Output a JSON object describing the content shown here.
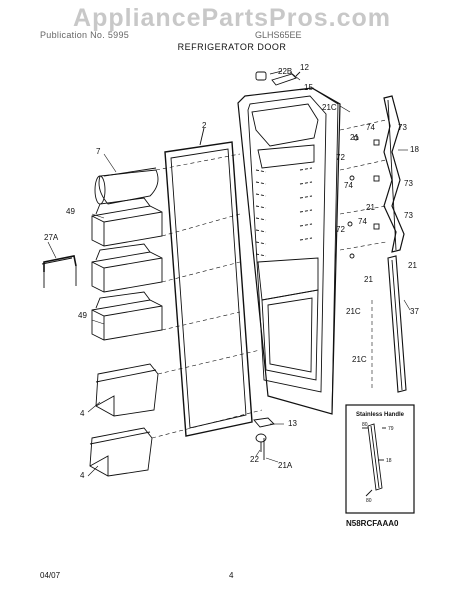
{
  "header": {
    "watermark": "AppliancePartsPros.com",
    "publication": "Publication No. 5995",
    "model": "GLHS65EE",
    "section_title": "REFRIGERATOR DOOR"
  },
  "callouts": {
    "c22B": "22B",
    "c12": "12",
    "c15": "15",
    "c21C_a": "21C",
    "c2": "2",
    "c7": "7",
    "c74_a": "74",
    "c21_a": "21",
    "c73_a": "73",
    "c18": "18",
    "c72_a": "72",
    "c74_b": "74",
    "c73_b": "73",
    "c21_b": "21",
    "c72_b": "72",
    "c74_c": "74",
    "c73_c": "73",
    "c21_c": "21",
    "c21_d": "21",
    "c49_a": "49",
    "c27A": "27A",
    "c37": "37",
    "c21C_b": "21C",
    "c49_b": "49",
    "c21C_c": "21C",
    "c4_a": "4",
    "c13": "13",
    "c22": "22",
    "c21A": "21A",
    "c4_b": "4"
  },
  "inset": {
    "title": "Stainless Handle",
    "code": "N58RCFAAA0",
    "label_80a": "80",
    "label_79": "79",
    "label_18": "18",
    "label_80b": "80"
  },
  "footer": {
    "date": "04/07",
    "page": "4"
  }
}
